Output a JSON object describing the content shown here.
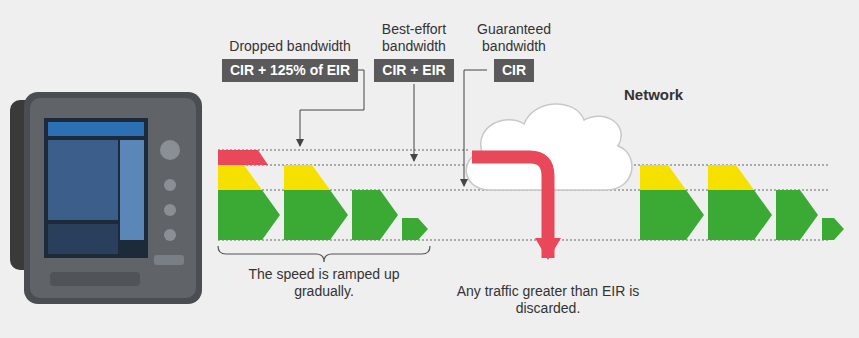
{
  "diagram": {
    "nodes": [
      {
        "text": [
          "Dropped bandwidth",
          "CIR + 125% of EIR"
        ]
      },
      {
        "text": [
          "Best-effort bandwidth",
          "CIR + EIR"
        ]
      },
      {
        "text": [
          "Guaranteed bandwidth",
          "CIR"
        ]
      },
      {
        "text": [
          "Network"
        ]
      }
    ],
    "labels": [
      "The speed is ramped up gradually.",
      "Any traffic greater than EIR is discarded."
    ]
  }
}
